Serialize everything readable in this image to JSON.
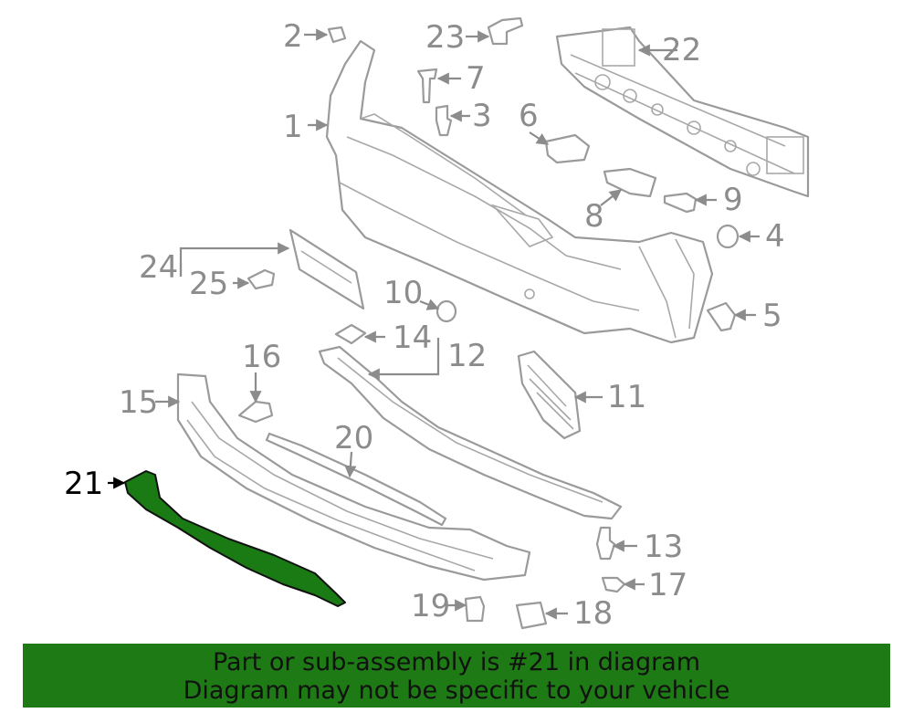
{
  "callouts": {
    "c1": "1",
    "c2": "2",
    "c3": "3",
    "c4": "4",
    "c5": "5",
    "c6": "6",
    "c7": "7",
    "c8": "8",
    "c9": "9",
    "c10": "10",
    "c11": "11",
    "c12": "12",
    "c13": "13",
    "c14": "14",
    "c15": "15",
    "c16": "16",
    "c17": "17",
    "c18": "18",
    "c19": "19",
    "c20": "20",
    "c21": "21",
    "c22": "22",
    "c23": "23",
    "c24": "24",
    "c25": "25"
  },
  "highlight": {
    "part": "21",
    "color": "#1e7a14"
  },
  "banner": {
    "line1": "Part or sub-assembly is #21 in diagram",
    "line2": "Diagram may not be specific to your vehicle"
  }
}
